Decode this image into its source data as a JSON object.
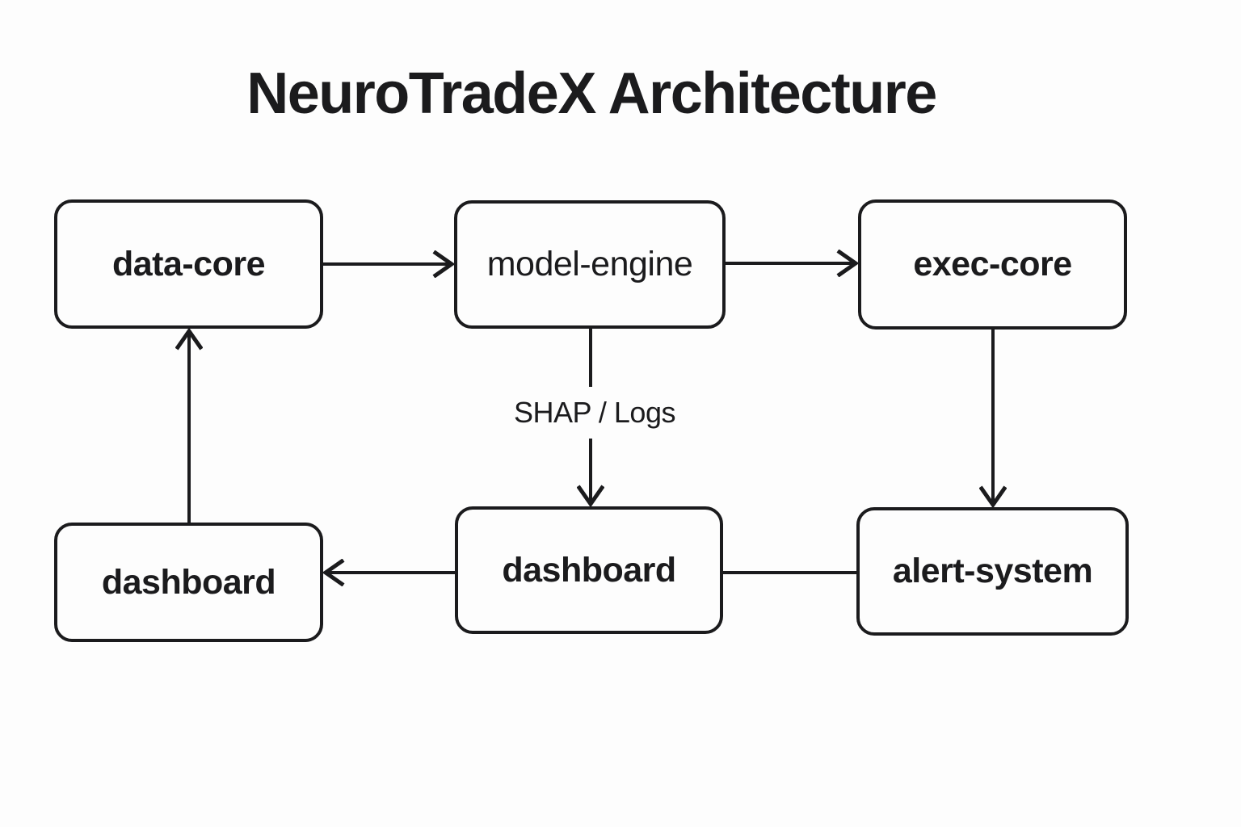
{
  "title": "NeuroTradeX Architecture",
  "diagram": {
    "nodes": [
      {
        "id": "data-core",
        "label": "data-core"
      },
      {
        "id": "model-engine",
        "label": "model-engine"
      },
      {
        "id": "exec-core",
        "label": "exec-core"
      },
      {
        "id": "dashboard-left",
        "label": "dashboard"
      },
      {
        "id": "dashboard-mid",
        "label": "dashboard"
      },
      {
        "id": "alert-system",
        "label": "alert-system"
      }
    ],
    "edges": [
      {
        "from": "data-core",
        "to": "model-engine",
        "style": "arrow",
        "label": ""
      },
      {
        "from": "model-engine",
        "to": "exec-core",
        "style": "arrow",
        "label": ""
      },
      {
        "from": "model-engine",
        "to": "dashboard-mid",
        "style": "arrow",
        "label": "SHAP / Logs"
      },
      {
        "from": "exec-core",
        "to": "alert-system",
        "style": "arrow",
        "label": ""
      },
      {
        "from": "alert-system",
        "to": "dashboard-mid",
        "style": "line",
        "label": ""
      },
      {
        "from": "dashboard-mid",
        "to": "dashboard-left",
        "style": "arrow",
        "label": ""
      },
      {
        "from": "dashboard-left",
        "to": "data-core",
        "style": "arrow",
        "label": ""
      }
    ],
    "colors": {
      "ink": "#1b1b1d",
      "background": "#fdfdfd",
      "node_fill": "#fdfdfd"
    }
  }
}
